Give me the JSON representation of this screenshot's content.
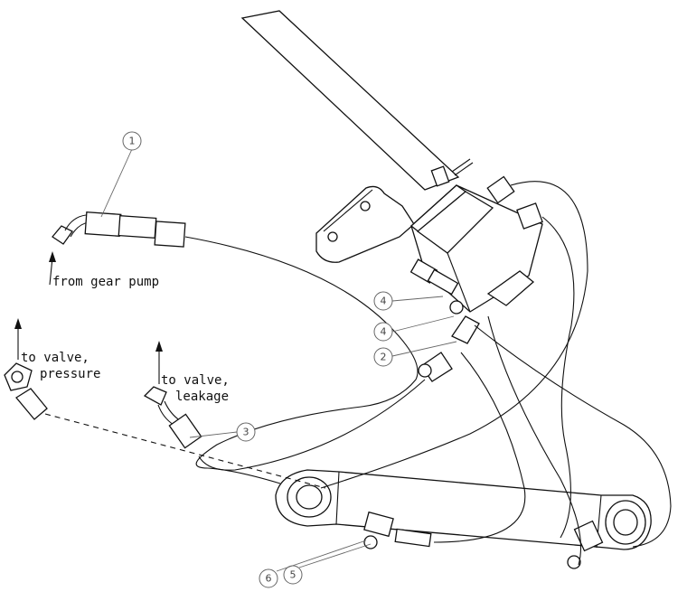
{
  "labels": {
    "from_gear_pump": "from gear pump",
    "to_valve_pressure_line1": "to valve,",
    "to_valve_pressure_line2": "pressure",
    "to_valve_leakage_line1": "to valve,",
    "to_valve_leakage_line2": "leakage"
  },
  "callouts": [
    "1",
    "2",
    "3",
    "4",
    "4",
    "5",
    "6"
  ]
}
